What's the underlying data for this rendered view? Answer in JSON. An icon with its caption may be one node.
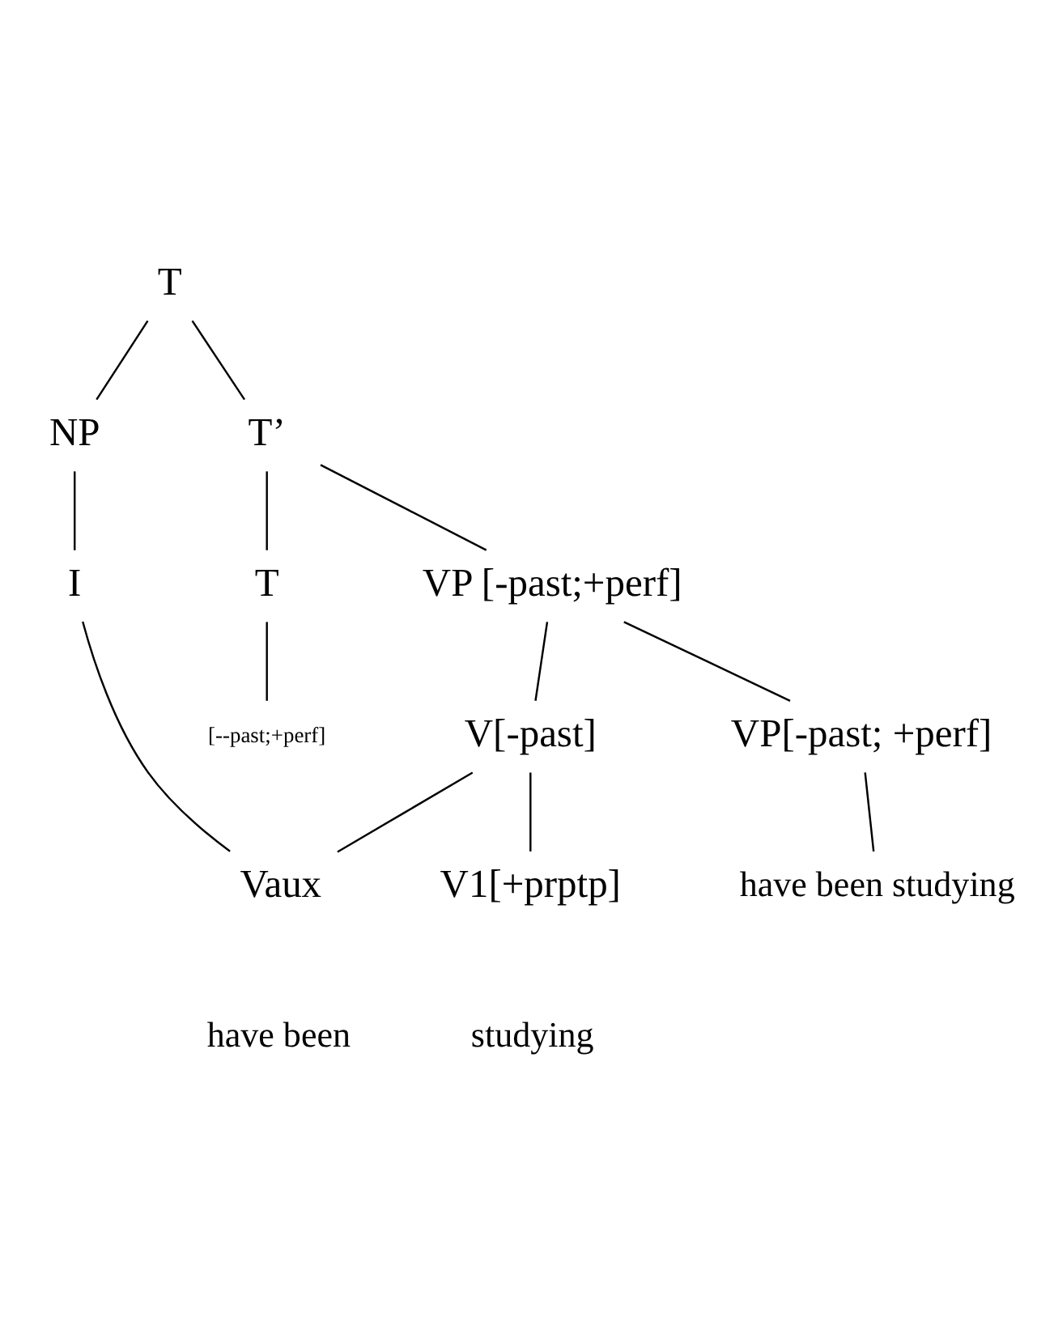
{
  "diagram": {
    "nodes": [
      {
        "text": [
          "T"
        ]
      },
      {
        "text": [
          "NP"
        ]
      },
      {
        "text": [
          "T’"
        ]
      },
      {
        "text": [
          "I"
        ]
      },
      {
        "text": [
          "T"
        ]
      },
      {
        "text": [
          "VP [-past;+perf]"
        ]
      },
      {
        "text": [
          "[--past;+perf]"
        ]
      },
      {
        "text": [
          "V[-past]"
        ]
      },
      {
        "text": [
          "VP[-past; +perf]"
        ]
      },
      {
        "text": [
          "Vaux"
        ]
      },
      {
        "text": [
          "V1[+prptp]"
        ]
      },
      {
        "text": [
          "have been"
        ]
      },
      {
        "text": [
          "studying"
        ]
      },
      {
        "text": [
          "have been studying"
        ]
      }
    ],
    "edges": [
      {
        "from": 0,
        "to": 1,
        "arrow": "none"
      },
      {
        "from": 0,
        "to": 2,
        "arrow": "none"
      },
      {
        "from": 1,
        "to": 3,
        "arrow": "none"
      },
      {
        "from": 2,
        "to": 4,
        "arrow": "none"
      },
      {
        "from": 2,
        "to": 5,
        "arrow": "none"
      },
      {
        "from": 4,
        "to": 6,
        "arrow": "none"
      },
      {
        "from": 5,
        "to": 7,
        "arrow": "none"
      },
      {
        "from": 5,
        "to": 8,
        "arrow": "none"
      },
      {
        "from": 7,
        "to": 9,
        "arrow": "none"
      },
      {
        "from": 7,
        "to": 10,
        "arrow": "none"
      },
      {
        "from": 8,
        "to": 13,
        "arrow": "none"
      },
      {
        "from": 3,
        "to": 9,
        "arrow": "none"
      }
    ]
  }
}
